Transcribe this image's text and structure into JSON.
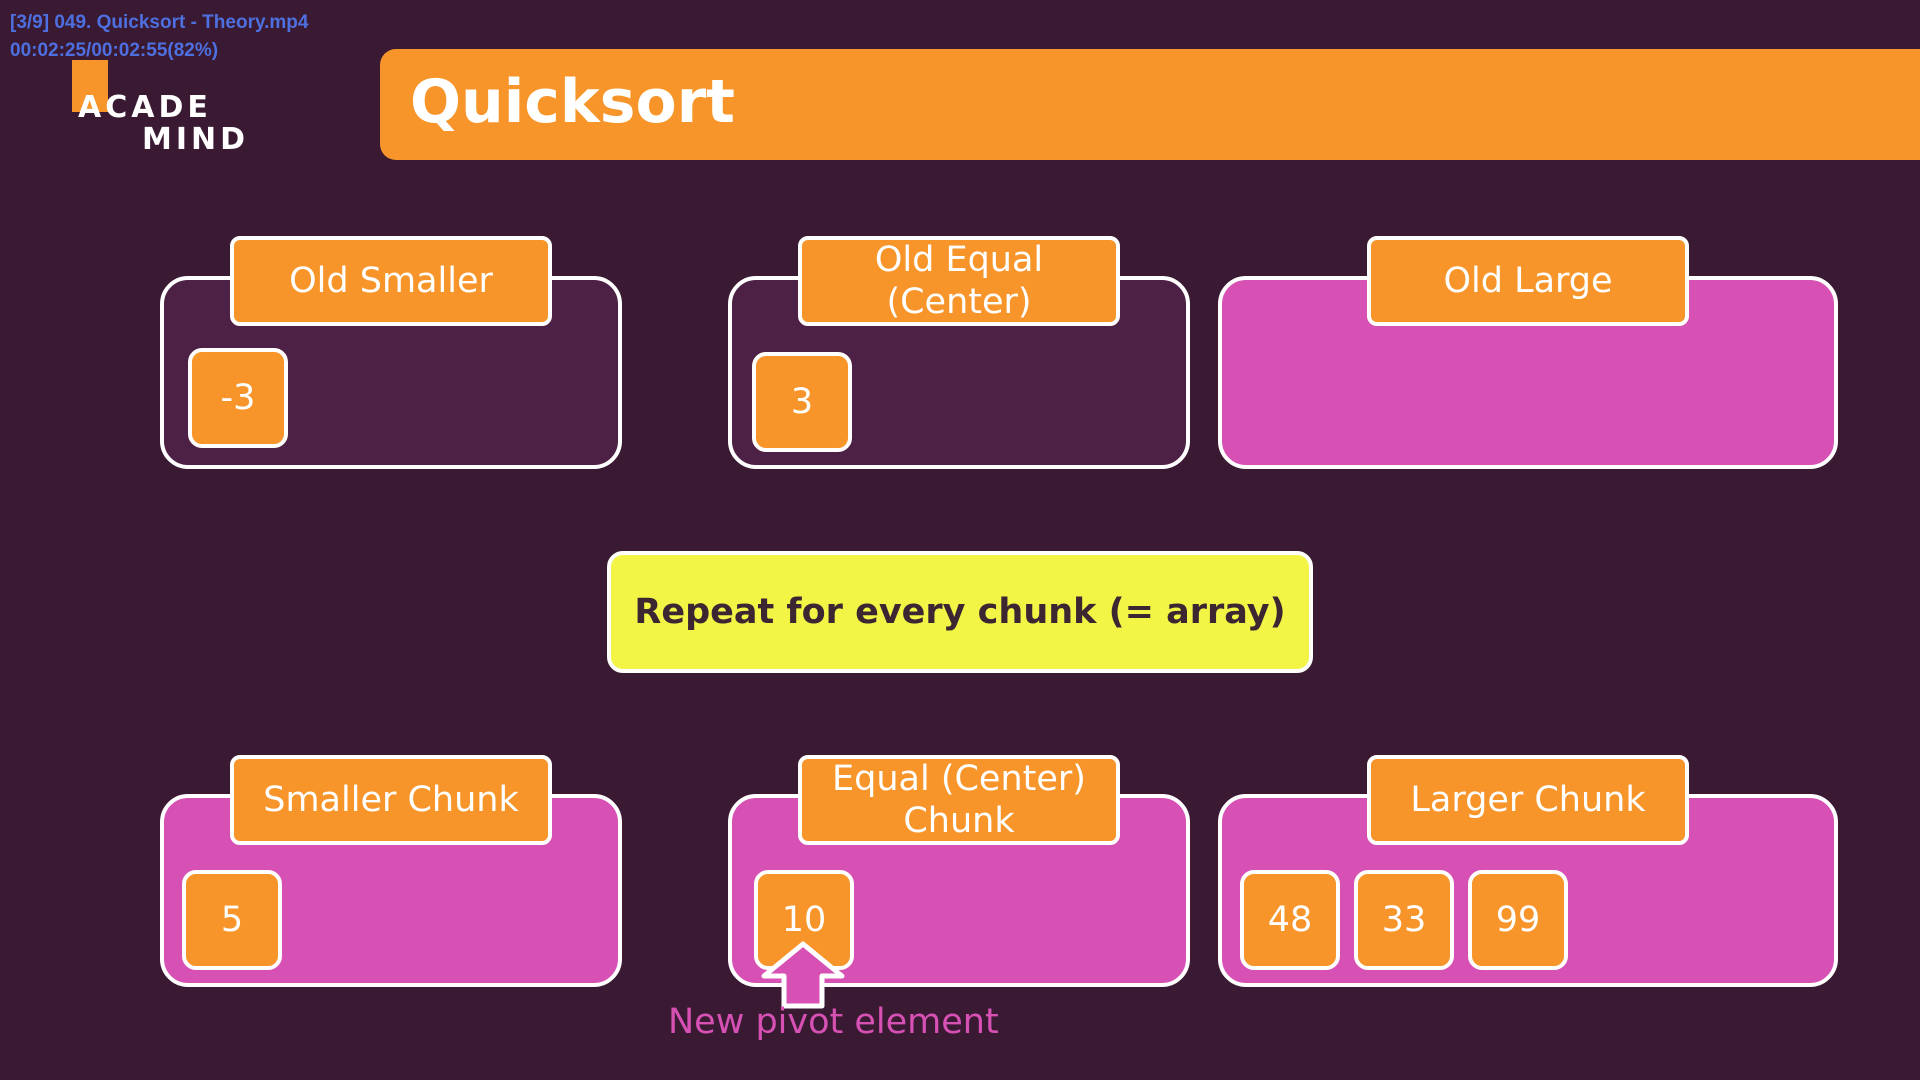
{
  "video_overlay": {
    "filename": "[3/9] 049. Quicksort - Theory.mp4",
    "time": "00:02:25/00:02:55(82%)"
  },
  "logo": {
    "line1": "ACADE",
    "line2": "MIND"
  },
  "slide": {
    "title": "Quicksort",
    "old_boxes": [
      {
        "label": "Old Smaller",
        "items": [
          "-3"
        ]
      },
      {
        "label": "Old Equal\n(Center)",
        "items": [
          "3"
        ]
      },
      {
        "label": "Old Large",
        "items": []
      }
    ],
    "repeat_text": "Repeat for every chunk (= array)",
    "new_boxes": [
      {
        "label": "Smaller Chunk",
        "items": [
          "5"
        ]
      },
      {
        "label": "Equal (Center)\nChunk",
        "items": [
          "10"
        ]
      },
      {
        "label": "Larger Chunk",
        "items": [
          "48",
          "33",
          "99"
        ]
      }
    ],
    "pivot_label": "New pivot element"
  },
  "colors": {
    "background": "#3a1a33",
    "orange": "#f7952a",
    "pink": "#d751b5",
    "dark_box": "#4d2045",
    "yellow": "#f2f545",
    "overlay_text": "#4d6fe0"
  }
}
